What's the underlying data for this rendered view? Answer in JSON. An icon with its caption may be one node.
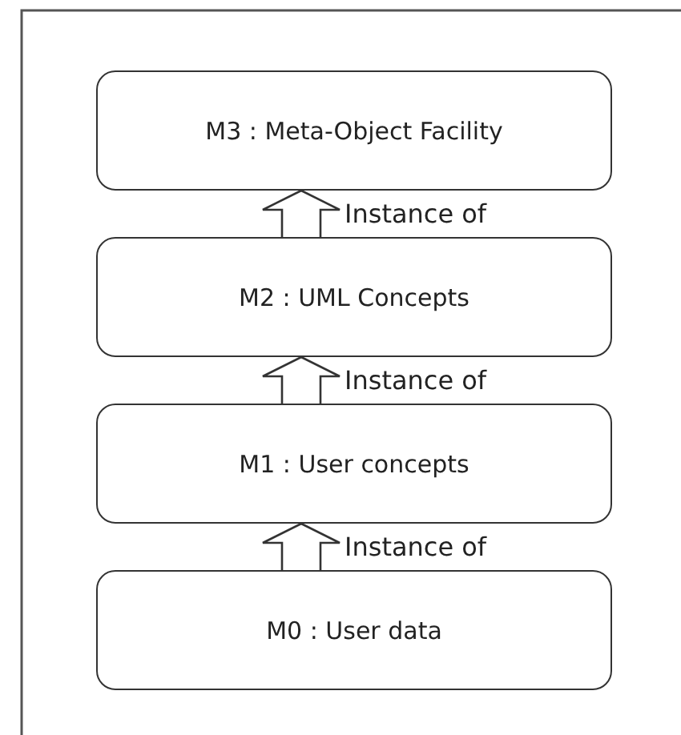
{
  "diagram": {
    "nodes": [
      {
        "text": [
          "M3 : Meta-Object Facility"
        ]
      },
      {
        "text": [
          "M2 : UML Concepts"
        ]
      },
      {
        "text": [
          "M1 : User concepts"
        ]
      },
      {
        "text": [
          "M0 : User data"
        ]
      }
    ],
    "edges": [
      {
        "from": 1,
        "to": 0,
        "arrow": "to",
        "label": "Instance of"
      },
      {
        "from": 2,
        "to": 1,
        "arrow": "to",
        "label": "Instance of"
      },
      {
        "from": 3,
        "to": 2,
        "arrow": "to",
        "label": "Instance of"
      }
    ]
  }
}
